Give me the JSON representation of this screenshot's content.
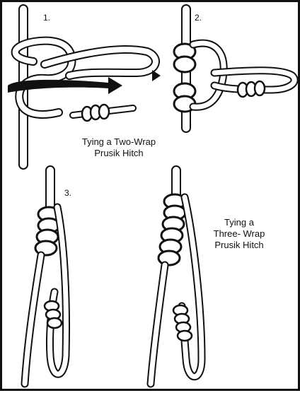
{
  "steps": {
    "s1": "1.",
    "s2": "2.",
    "s3": "3."
  },
  "captions": {
    "two_wrap_line1": "Tying a Two-Wrap",
    "two_wrap_line2": "Prusik Hitch",
    "three_wrap_line1": "Tying a",
    "three_wrap_line2": "Three- Wrap",
    "three_wrap_line3": "Prusik Hitch"
  },
  "colors": {
    "ink": "#111111",
    "paper": "#ffffff"
  }
}
